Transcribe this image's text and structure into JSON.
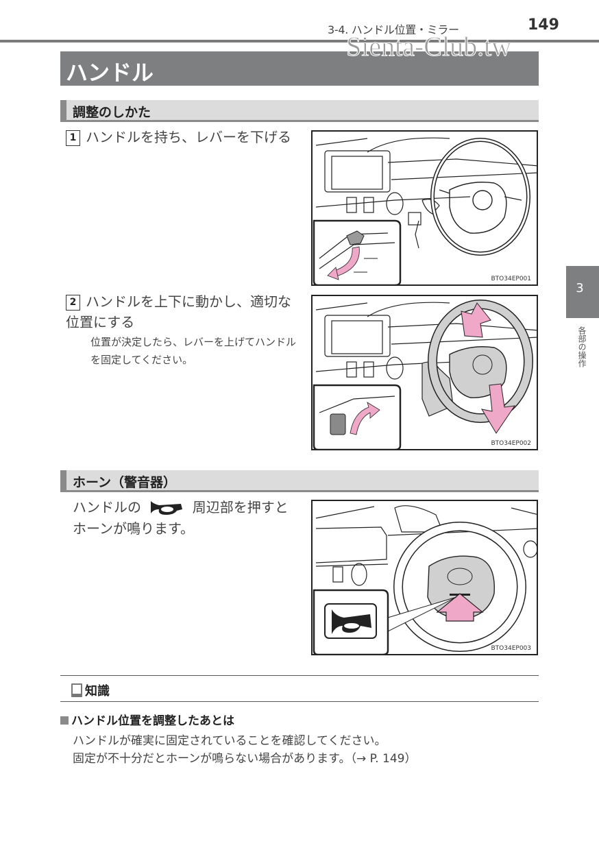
{
  "header": {
    "running_head": "3-4. ハンドル位置・ミラー",
    "page_number": "149",
    "watermark": "Sienta-Club.tw"
  },
  "title": "ハンドル",
  "side_tab": {
    "chapter_number": "3",
    "chapter_label": "各部の操作"
  },
  "sections": [
    {
      "heading": "調整のしかた",
      "steps": [
        {
          "number": "1",
          "text": "ハンドルを持ち、レバーを下げる",
          "figure_code": "BTO34EP001"
        },
        {
          "number": "2",
          "text": "ハンドルを上下に動かし、適切な位置にする",
          "subtext": "位置が決定したら、レバーを上げてハンドルを固定してください。",
          "figure_code": "BTO34EP002"
        }
      ]
    },
    {
      "heading": "ホーン（警音器）",
      "body_before_icon": "ハンドルの",
      "icon": "horn-icon",
      "body_after_icon": "周辺部を押すと",
      "body_line2": "ホーンが鳴ります。",
      "figure_code": "BTO34EP003"
    }
  ],
  "note": {
    "icon": "book-icon",
    "heading": "知識",
    "items": [
      {
        "title": "ハンドル位置を調整したあとは",
        "lines": [
          "ハンドルが確実に固定されていることを確認してください。",
          "固定が不十分だとホーンが鳴らない場合があります。（→ P. 149）"
        ]
      }
    ]
  },
  "colors": {
    "title_bar": "#7e7f81",
    "section_bar": "#dcdcdc",
    "accent_gray": "#8a8a8a",
    "arrow_pink": "#f0a8c8"
  }
}
